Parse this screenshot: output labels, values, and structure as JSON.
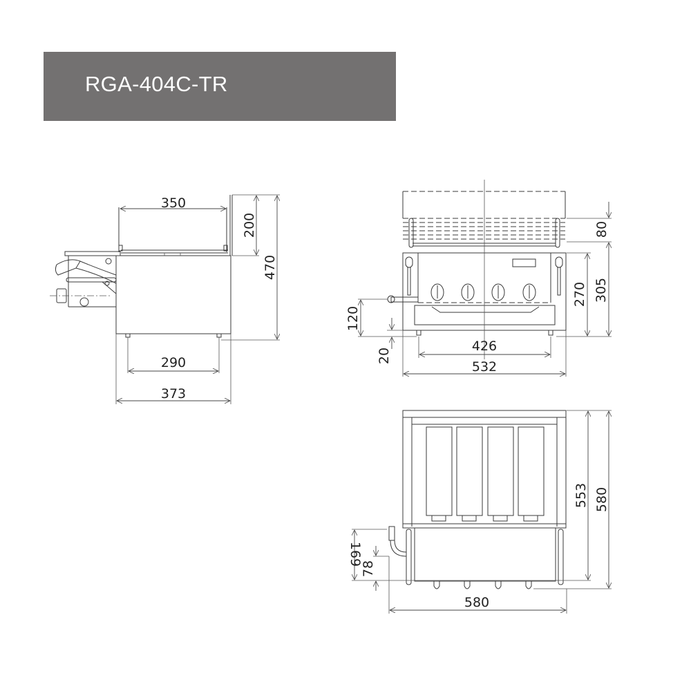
{
  "header": {
    "model": "RGA-404C-TR"
  },
  "colors": {
    "title_bar": "#737171",
    "title_text": "#ffffff",
    "line": "#3a3a3a"
  },
  "side_view": {
    "dims": {
      "basket_width": "350",
      "top_height": "200",
      "total_height": "470",
      "feet_span": "290",
      "depth": "373"
    }
  },
  "front_view": {
    "knob_count": 4,
    "dims": {
      "top_height": "80",
      "body_height": "305",
      "front_height": "270",
      "gas_inlet_height": "120",
      "foot_height": "20",
      "feet_span": "426",
      "width": "532"
    }
  },
  "top_view": {
    "burner_count": 4,
    "dims": {
      "inner_depth": "553",
      "total_depth": "580",
      "inlet_offset_a": "169",
      "inlet_offset_b": "78",
      "total_width": "580"
    }
  }
}
